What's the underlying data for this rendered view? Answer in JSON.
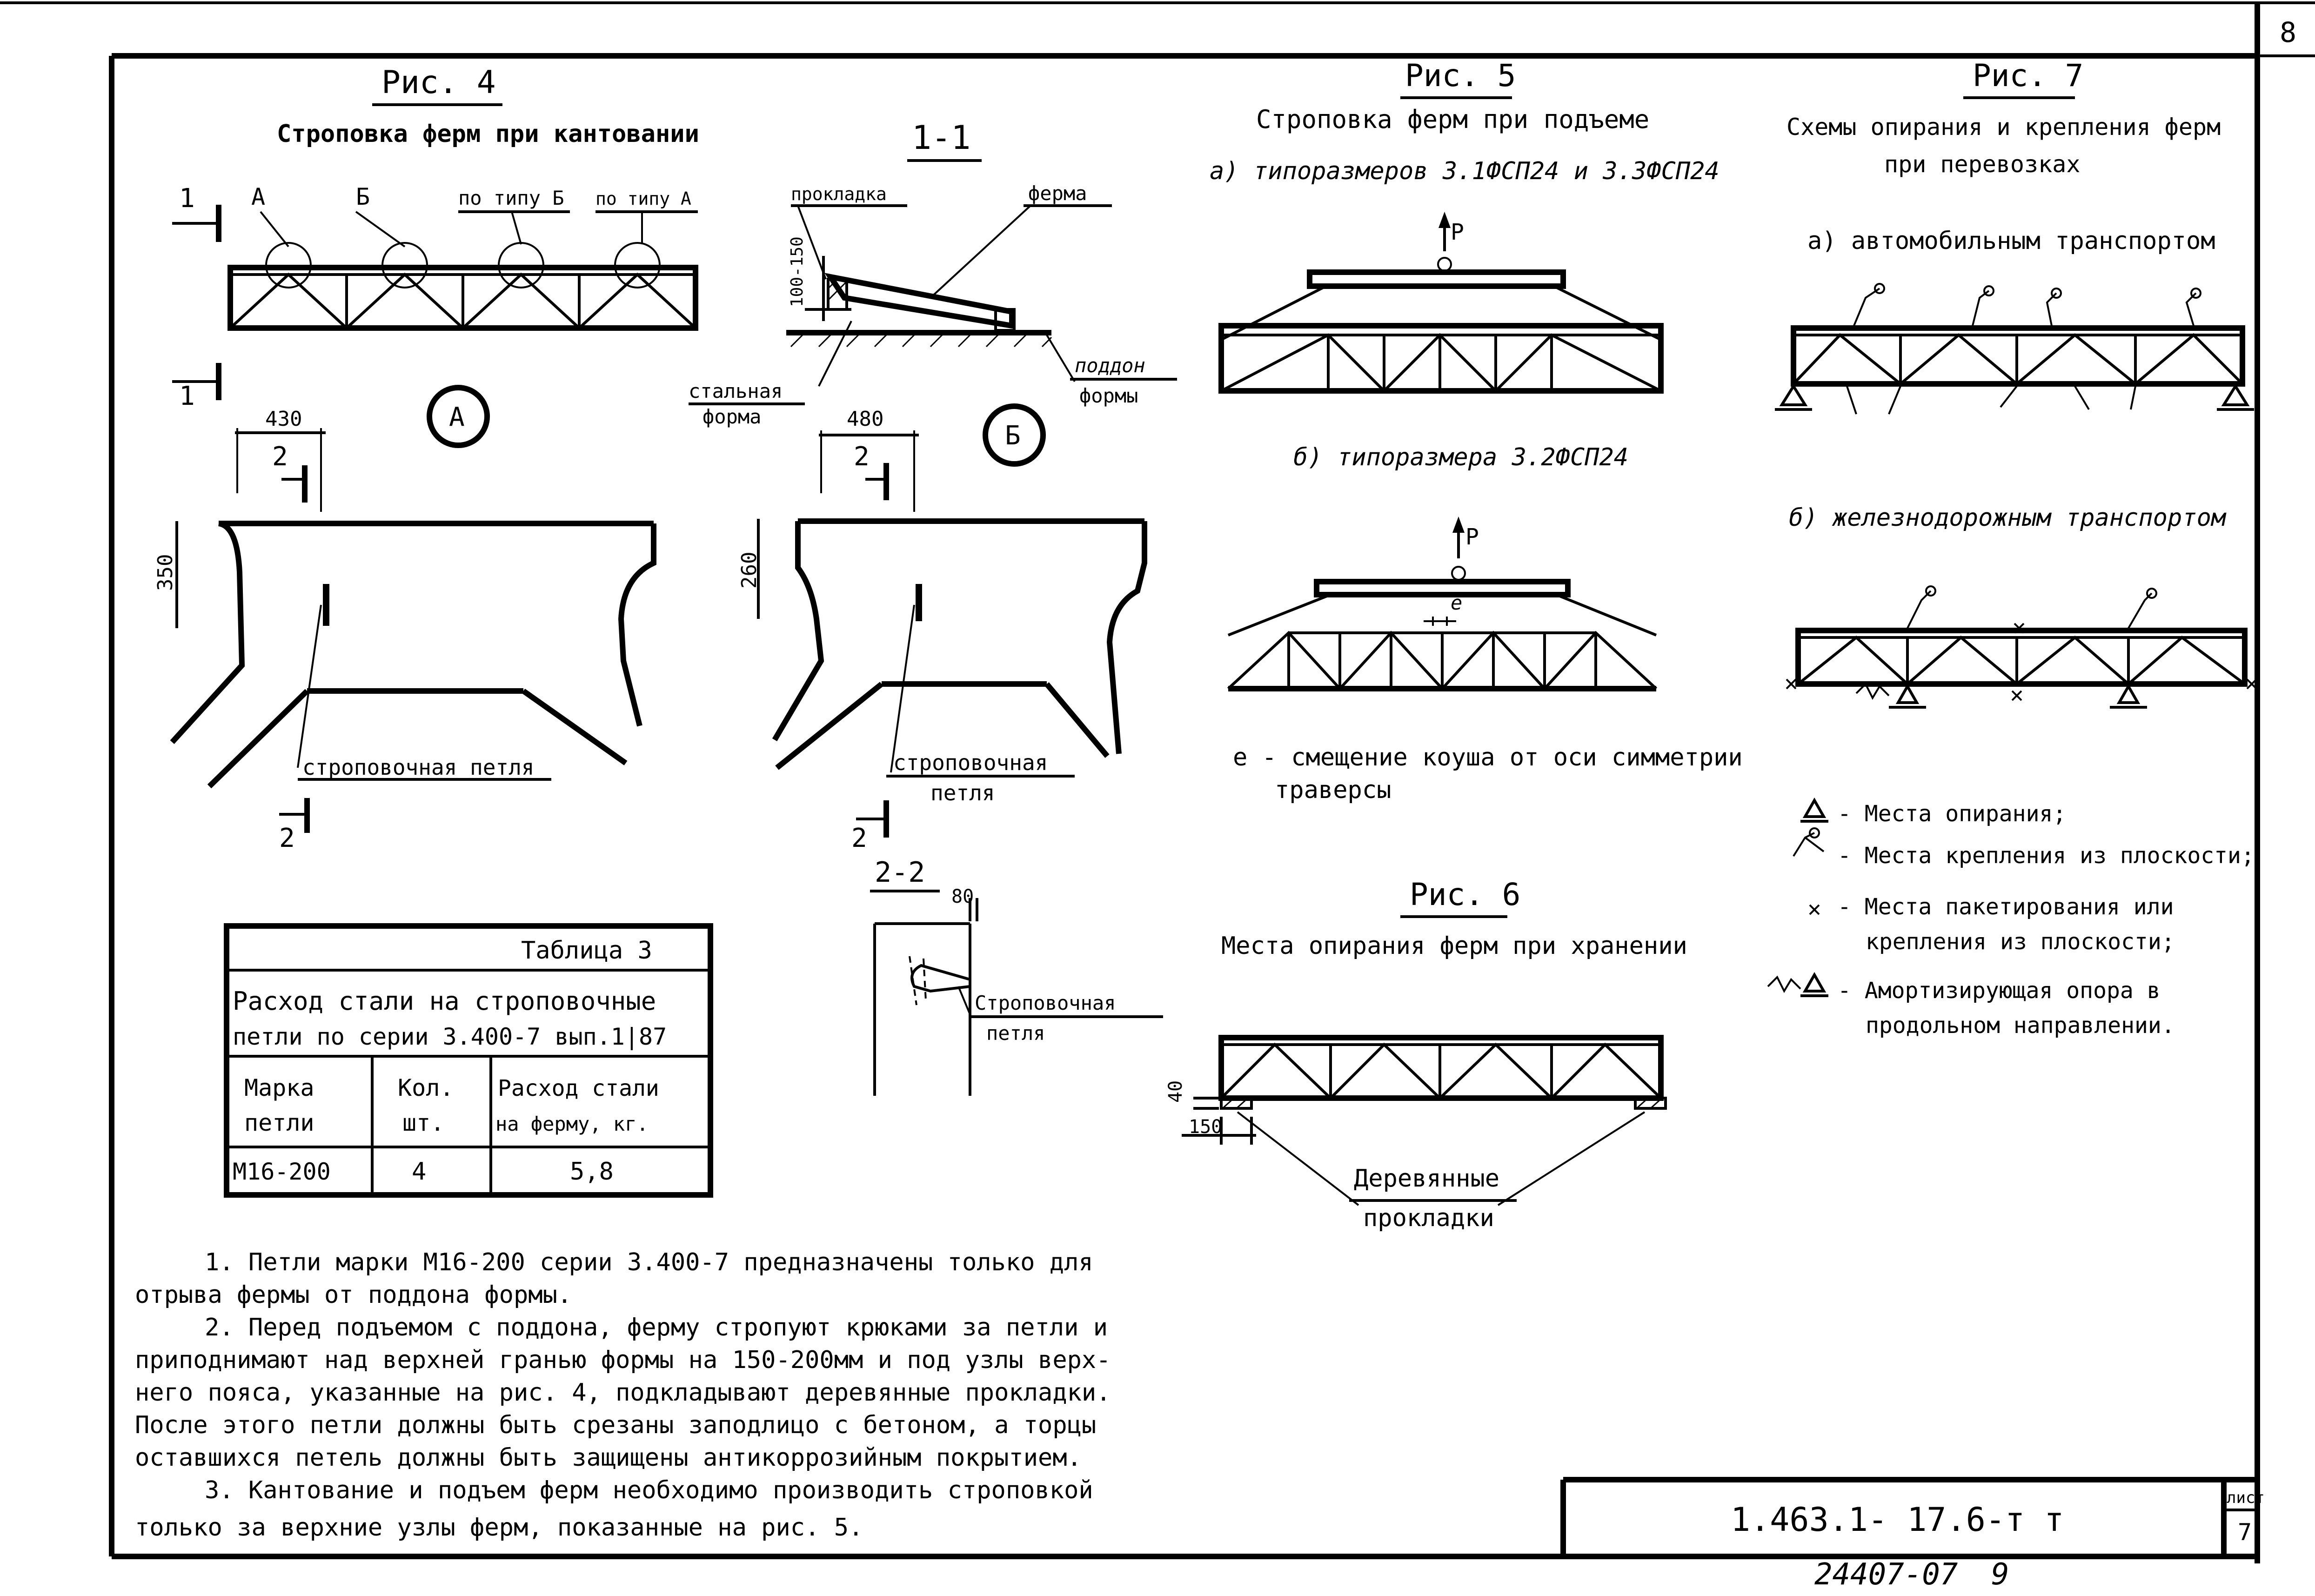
{
  "sheet": {
    "corner_number": "8",
    "code": "1.463.1- 17.6-т т",
    "sheet_label": "лист",
    "sheet_number": "7",
    "archive_number": "24407-07",
    "archive_suffix": "9"
  },
  "fig4": {
    "title": "Рис. 4",
    "caption": "Строповка ферм при кантовании",
    "marker_a": "А",
    "marker_b": "Б",
    "type_b": "по типу Б",
    "type_a": "по типу А",
    "section_mark": "1",
    "detail_a": "А",
    "detail_b": "Б",
    "dim_430": "430",
    "dim_350": "350",
    "dim_480": "480",
    "dim_260": "260",
    "sec2": "2",
    "loop_label_a": "строповочная петля",
    "loop_label_b1": "строповочная",
    "loop_label_b2": "петля"
  },
  "sec11": {
    "title": "1-1",
    "pad": "прокладка",
    "truss": "ферма",
    "dim": "100-150",
    "steel1": "стальная",
    "steel2": "форма",
    "pallet1": "поддон",
    "pallet2": "формы"
  },
  "sec22": {
    "title": "2-2",
    "dim": "80",
    "loop1": "Строповочная",
    "loop2": "петля"
  },
  "table3": {
    "title": "Таблица 3",
    "caption_line1": "Расход стали на строповочные",
    "caption_line2": "петли по серии 3.400-7 вып.1|87",
    "headers": [
      [
        "Марка",
        "петли"
      ],
      [
        "Кол.",
        "шт."
      ],
      [
        "Расход стали",
        "на ферму, кг."
      ]
    ],
    "rows": [
      [
        "М16-200",
        "4",
        "5,8"
      ]
    ]
  },
  "fig5": {
    "title": "Рис. 5",
    "caption": "Строповка ферм при подъеме",
    "a": "а) типоразмеров 3.1ФСП24 и 3.3ФСП24",
    "b": "б) типоразмера 3.2ФСП24",
    "p": "P",
    "e": "e",
    "note1": "e - смещение коуша от оси симметрии",
    "note2": "траверсы"
  },
  "fig6": {
    "title": "Рис. 6",
    "caption": "Места опирания ферм при хранении",
    "dim40": "40",
    "dim150": "150",
    "pads1": "Деревянные",
    "pads2": "прокладки"
  },
  "fig7": {
    "title": "Рис. 7",
    "caption1": "Схемы опирания и крепления ферм",
    "caption2": "при перевозках",
    "a": "а) автомобильным транспортом",
    "b": "б) железнодорожным транспортом",
    "legend": [
      "- Места опирания;",
      "- Места крепления из плоскости;",
      "- Места пакетирования или",
      "крепления из плоскости;",
      "- Амортизирующая опора в",
      "продольном направлении."
    ]
  },
  "notes": [
    "1. Петли марки М16-200 серии 3.400-7 предназначены только для",
    "отрыва фермы от поддона формы.",
    "2. Перед подъемом с поддона, ферму стропуют крюками за петли и",
    "приподнимают над верхней гранью формы на 150-200мм и под узлы верх-",
    "него пояса, указанные на рис. 4, подкладывают деревянные прокладки.",
    "После этого петли должны быть срезаны заподлицо с бетоном, а торцы",
    "оставшихся петель должны быть защищены антикоррозийным покрытием.",
    "3. Кантование и подъем ферм необходимо производить строповкой",
    "только за верхние узлы ферм, показанные на рис. 5."
  ]
}
